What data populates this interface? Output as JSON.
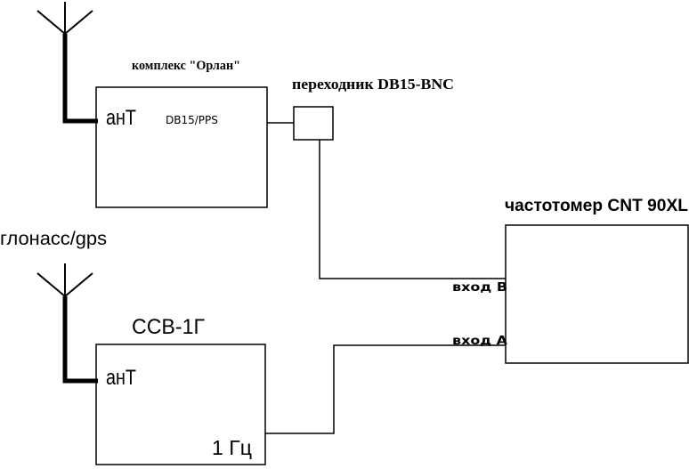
{
  "diagram": {
    "labels": {
      "orlan_title": "комплекс \"Орлан\"",
      "orlan_ant": "анТ",
      "orlan_port": "DB15/PPS",
      "adapter_title": "переходник DB15-BNC",
      "counter_title": "частотомер CNT 90XL",
      "gnss_label": "глонасс/gps",
      "ssv_title": "ССВ-1Г",
      "ssv_ant": "анТ",
      "ssv_out": "1 Гц",
      "input_b": "вход В",
      "input_a": "вход А"
    },
    "colors": {
      "line": "#000000",
      "background": "#ffffff"
    }
  }
}
